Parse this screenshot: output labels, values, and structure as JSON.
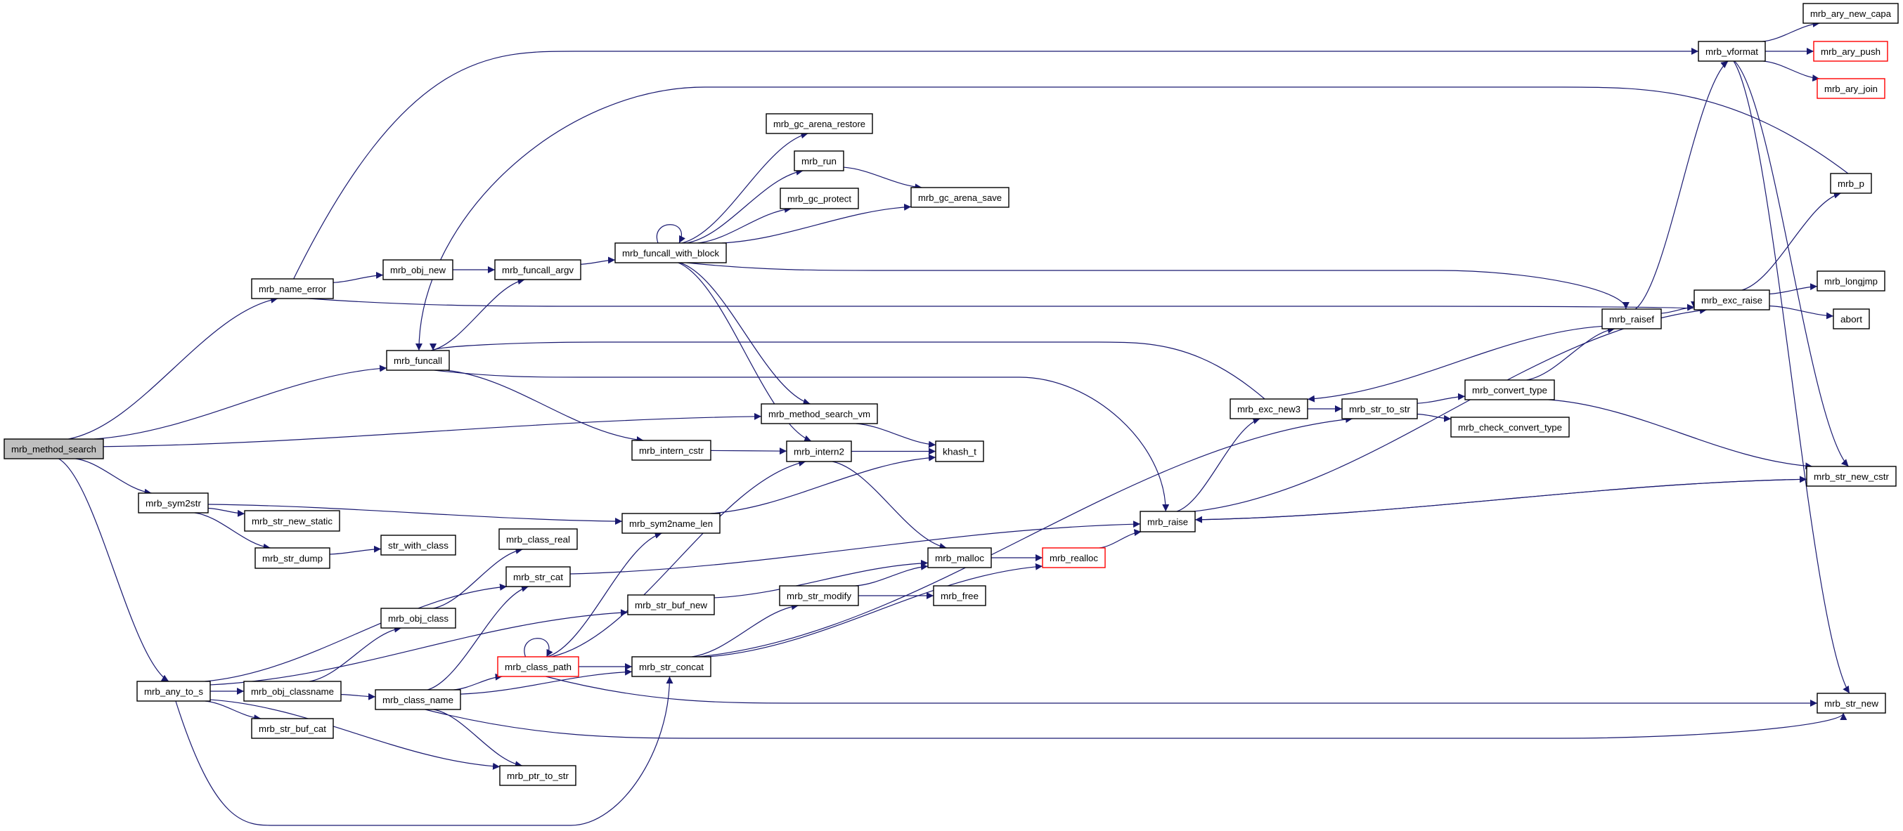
{
  "colors": {
    "edge": "#191970",
    "root_fill": "#bfbfbf",
    "node_border": "#000000",
    "truncated_border": "#ff0000"
  },
  "nodes": [
    {
      "label": "mrb_method_search",
      "root": true
    },
    {
      "label": "mrb_name_error"
    },
    {
      "label": "mrb_obj_new"
    },
    {
      "label": "mrb_funcall_argv"
    },
    {
      "label": "mrb_funcall_with_block"
    },
    {
      "label": "mrb_funcall"
    },
    {
      "label": "mrb_gc_arena_restore"
    },
    {
      "label": "mrb_run"
    },
    {
      "label": "mrb_gc_protect"
    },
    {
      "label": "mrb_gc_arena_save"
    },
    {
      "label": "mrb_method_search_vm"
    },
    {
      "label": "mrb_intern_cstr"
    },
    {
      "label": "mrb_intern2"
    },
    {
      "label": "khash_t"
    },
    {
      "label": "mrb_sym2str"
    },
    {
      "label": "mrb_str_new_static"
    },
    {
      "label": "mrb_sym2name_len"
    },
    {
      "label": "mrb_str_dump"
    },
    {
      "label": "str_with_class"
    },
    {
      "label": "mrb_class_real"
    },
    {
      "label": "mrb_str_cat"
    },
    {
      "label": "mrb_obj_class"
    },
    {
      "label": "mrb_str_buf_new"
    },
    {
      "label": "mrb_any_to_s"
    },
    {
      "label": "mrb_obj_classname"
    },
    {
      "label": "mrb_class_name"
    },
    {
      "label": "mrb_str_buf_cat"
    },
    {
      "label": "mrb_class_path",
      "truncated": true
    },
    {
      "label": "mrb_str_concat"
    },
    {
      "label": "mrb_ptr_to_str"
    },
    {
      "label": "mrb_malloc"
    },
    {
      "label": "mrb_realloc",
      "truncated": true
    },
    {
      "label": "mrb_str_modify"
    },
    {
      "label": "mrb_free"
    },
    {
      "label": "mrb_raise"
    },
    {
      "label": "mrb_exc_new3"
    },
    {
      "label": "mrb_str_to_str"
    },
    {
      "label": "mrb_convert_type"
    },
    {
      "label": "mrb_check_convert_type"
    },
    {
      "label": "mrb_raisef"
    },
    {
      "label": "mrb_exc_raise"
    },
    {
      "label": "mrb_vformat"
    },
    {
      "label": "mrb_ary_new_capa"
    },
    {
      "label": "mrb_ary_push",
      "truncated": true
    },
    {
      "label": "mrb_ary_join",
      "truncated": true
    },
    {
      "label": "mrb_p"
    },
    {
      "label": "mrb_longjmp"
    },
    {
      "label": "abort"
    },
    {
      "label": "mrb_str_new_cstr"
    },
    {
      "label": "mrb_str_new"
    }
  ],
  "edges": [
    [
      "mrb_method_search",
      "mrb_name_error"
    ],
    [
      "mrb_method_search",
      "mrb_funcall"
    ],
    [
      "mrb_method_search",
      "mrb_method_search_vm"
    ],
    [
      "mrb_method_search",
      "mrb_sym2str"
    ],
    [
      "mrb_method_search",
      "mrb_any_to_s"
    ],
    [
      "mrb_name_error",
      "mrb_vformat"
    ],
    [
      "mrb_name_error",
      "mrb_obj_new"
    ],
    [
      "mrb_name_error",
      "mrb_exc_raise"
    ],
    [
      "mrb_obj_new",
      "mrb_funcall_argv"
    ],
    [
      "mrb_funcall_argv",
      "mrb_funcall_with_block"
    ],
    [
      "mrb_funcall",
      "mrb_funcall_argv"
    ],
    [
      "mrb_funcall",
      "mrb_intern_cstr"
    ],
    [
      "mrb_funcall",
      "mrb_raise"
    ],
    [
      "mrb_funcall_with_block",
      "mrb_funcall_with_block"
    ],
    [
      "mrb_funcall_with_block",
      "mrb_gc_arena_restore"
    ],
    [
      "mrb_funcall_with_block",
      "mrb_run"
    ],
    [
      "mrb_funcall_with_block",
      "mrb_gc_protect"
    ],
    [
      "mrb_funcall_with_block",
      "mrb_gc_arena_save"
    ],
    [
      "mrb_funcall_with_block",
      "mrb_raisef"
    ],
    [
      "mrb_funcall_with_block",
      "mrb_method_search_vm"
    ],
    [
      "mrb_funcall_with_block",
      "mrb_intern2"
    ],
    [
      "mrb_run",
      "mrb_gc_arena_save"
    ],
    [
      "mrb_p",
      "mrb_funcall"
    ],
    [
      "mrb_exc_new3",
      "mrb_funcall"
    ],
    [
      "mrb_exc_new3",
      "mrb_str_to_str"
    ],
    [
      "mrb_method_search_vm",
      "khash_t"
    ],
    [
      "mrb_intern_cstr",
      "mrb_intern2"
    ],
    [
      "mrb_intern2",
      "khash_t"
    ],
    [
      "mrb_intern2",
      "mrb_malloc"
    ],
    [
      "mrb_sym2name_len",
      "khash_t"
    ],
    [
      "mrb_sym2str",
      "mrb_sym2name_len"
    ],
    [
      "mrb_sym2str",
      "mrb_str_new_static"
    ],
    [
      "mrb_sym2str",
      "mrb_str_dump"
    ],
    [
      "mrb_str_dump",
      "str_with_class"
    ],
    [
      "mrb_obj_class",
      "mrb_class_real"
    ],
    [
      "mrb_any_to_s",
      "mrb_str_cat"
    ],
    [
      "mrb_any_to_s",
      "mrb_str_buf_new"
    ],
    [
      "mrb_any_to_s",
      "mrb_obj_classname"
    ],
    [
      "mrb_any_to_s",
      "mrb_str_buf_cat"
    ],
    [
      "mrb_any_to_s",
      "mrb_ptr_to_str"
    ],
    [
      "mrb_any_to_s",
      "mrb_str_concat"
    ],
    [
      "mrb_obj_classname",
      "mrb_obj_class"
    ],
    [
      "mrb_obj_classname",
      "mrb_class_name"
    ],
    [
      "mrb_class_name",
      "mrb_str_cat"
    ],
    [
      "mrb_class_name",
      "mrb_class_path"
    ],
    [
      "mrb_class_name",
      "mrb_str_concat"
    ],
    [
      "mrb_class_name",
      "mrb_ptr_to_str"
    ],
    [
      "mrb_class_name",
      "mrb_str_new"
    ],
    [
      "mrb_class_path",
      "mrb_class_path"
    ],
    [
      "mrb_class_path",
      "mrb_intern2"
    ],
    [
      "mrb_class_path",
      "mrb_sym2name_len"
    ],
    [
      "mrb_class_path",
      "mrb_str_concat"
    ],
    [
      "mrb_class_path",
      "mrb_str_new"
    ],
    [
      "mrb_str_cat",
      "mrb_raise"
    ],
    [
      "mrb_str_buf_new",
      "mrb_malloc"
    ],
    [
      "mrb_str_concat",
      "mrb_str_modify"
    ],
    [
      "mrb_str_concat",
      "mrb_realloc"
    ],
    [
      "mrb_str_concat",
      "mrb_str_to_str"
    ],
    [
      "mrb_str_modify",
      "mrb_malloc"
    ],
    [
      "mrb_str_modify",
      "mrb_free"
    ],
    [
      "mrb_malloc",
      "mrb_realloc"
    ],
    [
      "mrb_realloc",
      "mrb_raise"
    ],
    [
      "mrb_raise",
      "mrb_exc_new3"
    ],
    [
      "mrb_raise",
      "mrb_exc_raise"
    ],
    [
      "mrb_raise",
      "mrb_str_new_cstr"
    ],
    [
      "mrb_str_new_cstr",
      "mrb_raise"
    ],
    [
      "mrb_str_to_str",
      "mrb_convert_type"
    ],
    [
      "mrb_str_to_str",
      "mrb_check_convert_type"
    ],
    [
      "mrb_convert_type",
      "mrb_raisef"
    ],
    [
      "mrb_convert_type",
      "mrb_str_new_cstr"
    ],
    [
      "mrb_raisef",
      "mrb_vformat"
    ],
    [
      "mrb_raisef",
      "mrb_exc_raise"
    ],
    [
      "mrb_raisef",
      "mrb_exc_new3"
    ],
    [
      "mrb_exc_raise",
      "mrb_p"
    ],
    [
      "mrb_exc_raise",
      "mrb_longjmp"
    ],
    [
      "mrb_exc_raise",
      "abort"
    ],
    [
      "mrb_vformat",
      "mrb_ary_new_capa"
    ],
    [
      "mrb_vformat",
      "mrb_ary_push"
    ],
    [
      "mrb_vformat",
      "mrb_ary_join"
    ],
    [
      "mrb_vformat",
      "mrb_str_new_cstr"
    ],
    [
      "mrb_vformat",
      "mrb_str_new"
    ]
  ]
}
